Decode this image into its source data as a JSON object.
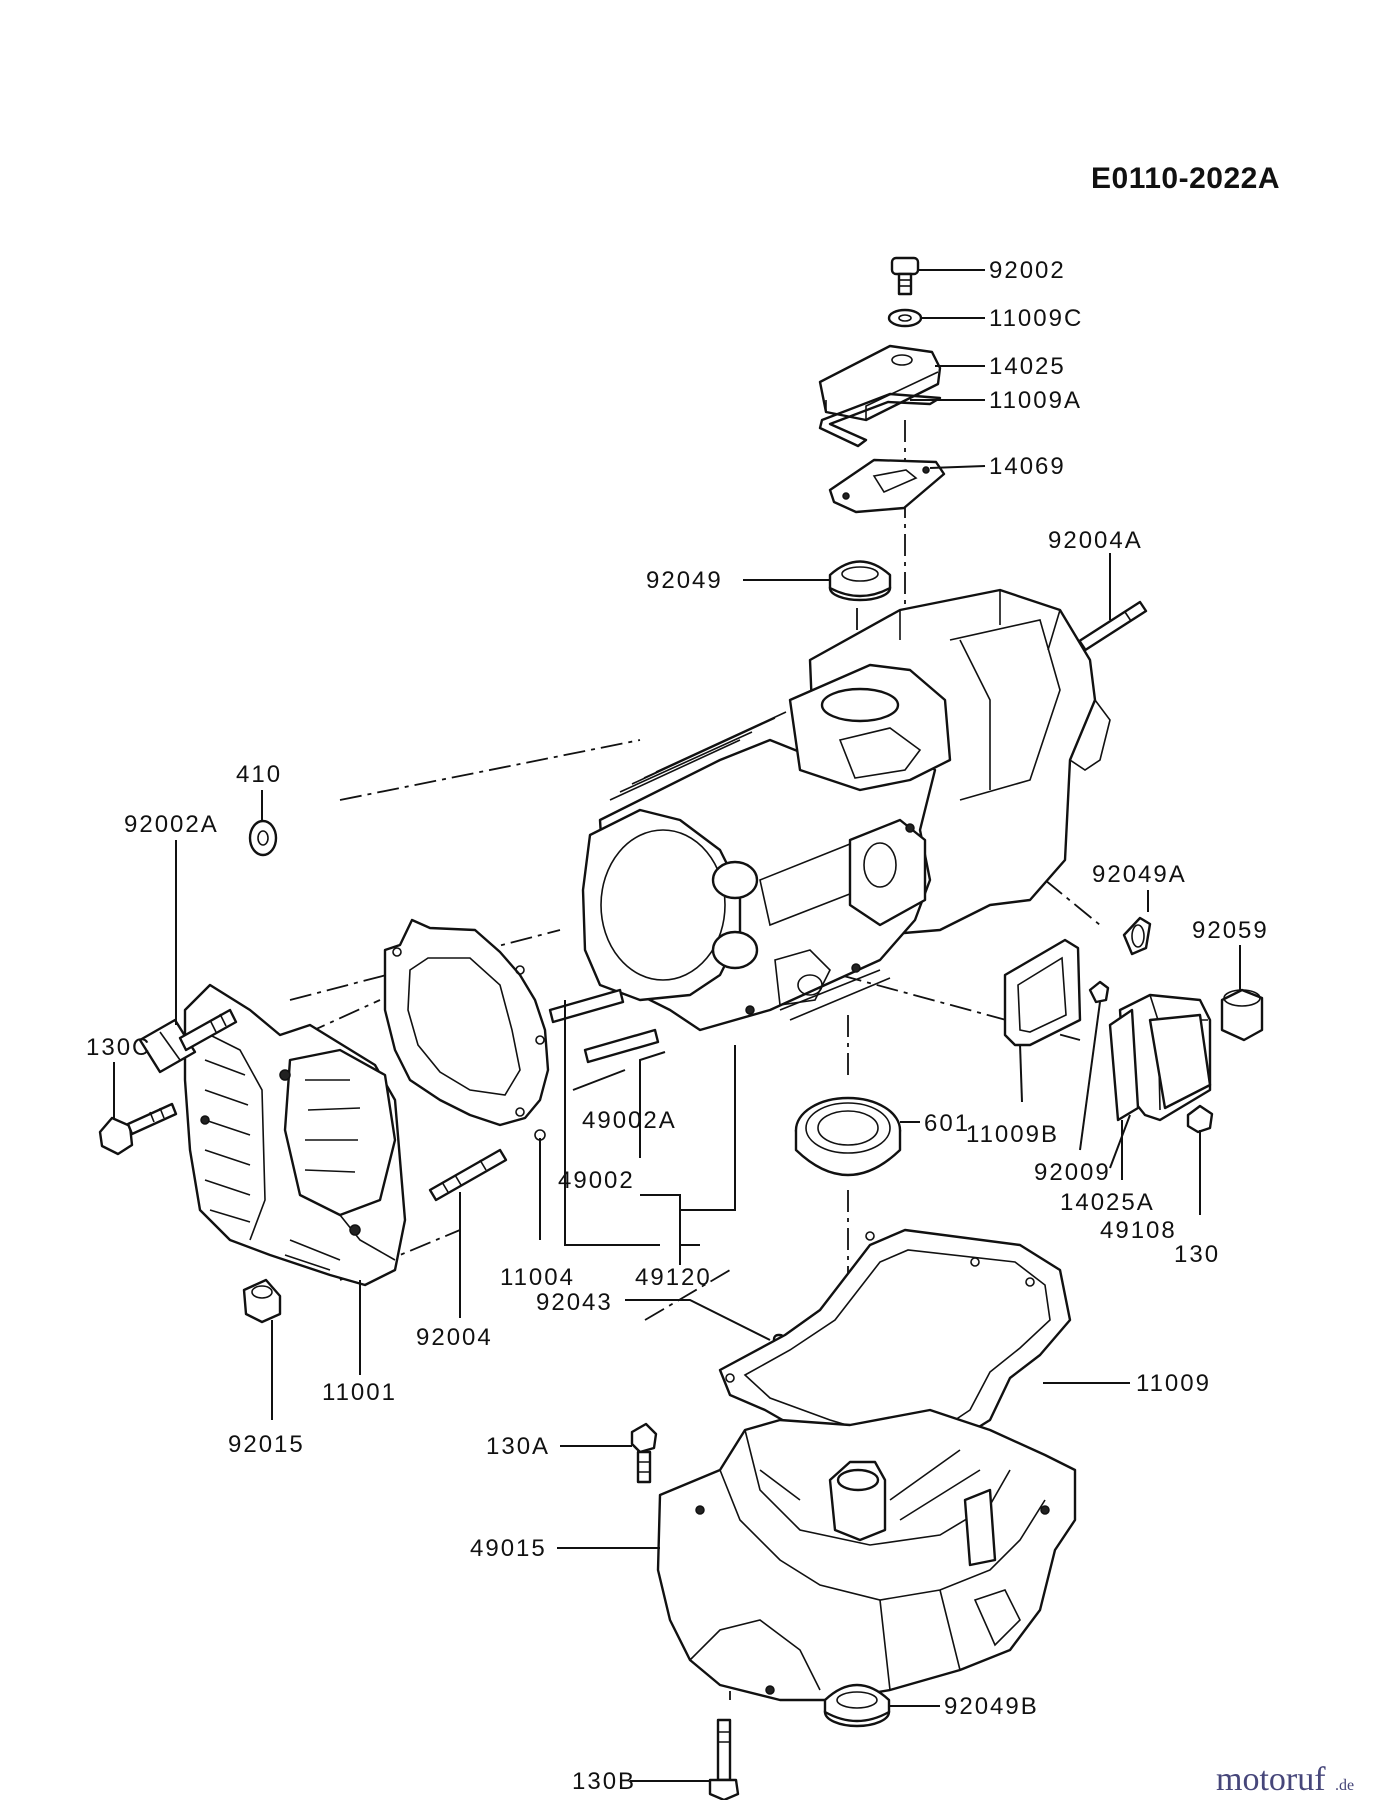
{
  "diagram": {
    "code": "E0110-2022A",
    "watermark": {
      "text": "motoruf",
      "suffix": ".de"
    },
    "callouts": {
      "p92002": "92002",
      "p11009C": "11009C",
      "p14025": "14025",
      "p11009A": "11009A",
      "p14069": "14069",
      "p92004A": "92004A",
      "p92049": "92049",
      "p410": "410",
      "p92002A": "92002A",
      "p92049A": "92049A",
      "p92059": "92059",
      "p130C": "130C",
      "p49002A": "49002A",
      "p11009B": "11009B",
      "p601": "601",
      "p92009": "92009",
      "p14025A": "14025A",
      "p49002": "49002",
      "p49108": "49108",
      "p130": "130",
      "p11004": "11004",
      "p49120": "49120",
      "p92043": "92043",
      "p92004": "92004",
      "p11001": "11001",
      "p11009": "11009",
      "p92015": "92015",
      "p130A": "130A",
      "p49015": "49015",
      "p130B": "130B",
      "p92049B": "92049B"
    }
  }
}
